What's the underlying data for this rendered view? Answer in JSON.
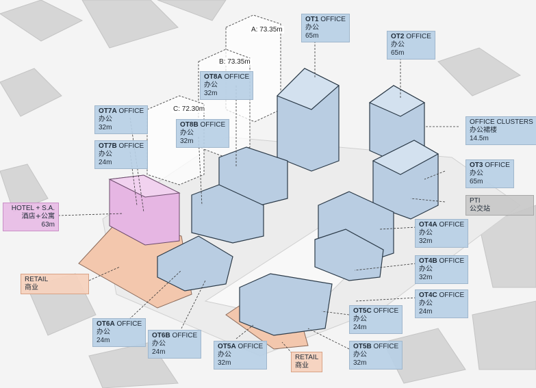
{
  "labels": {
    "ot1": {
      "code": "OT1",
      "type": "OFFICE",
      "cn": "办公",
      "height": "65m"
    },
    "ot2": {
      "code": "OT2",
      "type": "OFFICE",
      "cn": "办公",
      "height": "65m"
    },
    "ot3": {
      "code": "OT3",
      "type": "OFFICE",
      "cn": "办公",
      "height": "65m"
    },
    "ot4a": {
      "code": "OT4A",
      "type": "OFFICE",
      "cn": "办公",
      "height": "32m"
    },
    "ot4b": {
      "code": "OT4B",
      "type": "OFFICE",
      "cn": "办公",
      "height": "32m"
    },
    "ot4c": {
      "code": "OT4C",
      "type": "OFFICE",
      "cn": "办公",
      "height": "24m"
    },
    "ot5a": {
      "code": "OT5A",
      "type": "OFFICE",
      "cn": "办公",
      "height": "32m"
    },
    "ot5b": {
      "code": "OT5B",
      "type": "OFFICE",
      "cn": "办公",
      "height": "32m"
    },
    "ot5c": {
      "code": "OT5C",
      "type": "OFFICE",
      "cn": "办公",
      "height": "24m"
    },
    "ot6a": {
      "code": "OT6A",
      "type": "OFFICE",
      "cn": "办公",
      "height": "24m"
    },
    "ot6b": {
      "code": "OT6B",
      "type": "OFFICE",
      "cn": "办公",
      "height": "24m"
    },
    "ot7a": {
      "code": "OT7A",
      "type": "OFFICE",
      "cn": "办公",
      "height": "32m"
    },
    "ot7b": {
      "code": "OT7B",
      "type": "OFFICE",
      "cn": "办公",
      "height": "24m"
    },
    "ot8a": {
      "code": "OT8A",
      "type": "OFFICE",
      "cn": "办公",
      "height": "32m"
    },
    "ot8b": {
      "code": "OT8B",
      "type": "OFFICE",
      "cn": "办公",
      "height": "32m"
    },
    "office_clusters": {
      "name": "OFFICE CLUSTERS",
      "cn": "办公裙楼",
      "height": "14.5m"
    },
    "pti": {
      "name": "PTI",
      "cn": "公交站"
    },
    "hotel": {
      "name": "HOTEL + S.A.",
      "cn": "酒店+公寓",
      "height": "63m"
    },
    "retail_left": {
      "name": "RETAIL",
      "cn": "商业"
    },
    "retail_bottom": {
      "name": "RETAIL",
      "cn": "商业"
    }
  },
  "future_towers": {
    "a": "A: 73.35m",
    "b": "B: 73.35m",
    "c": "C: 72.30m"
  },
  "colors": {
    "office": "#b7cfe5",
    "office_dark": "#7f9cb8",
    "hotel": "#e8bee6",
    "retail": "#f6d2be",
    "context": "#d9d9d9"
  }
}
